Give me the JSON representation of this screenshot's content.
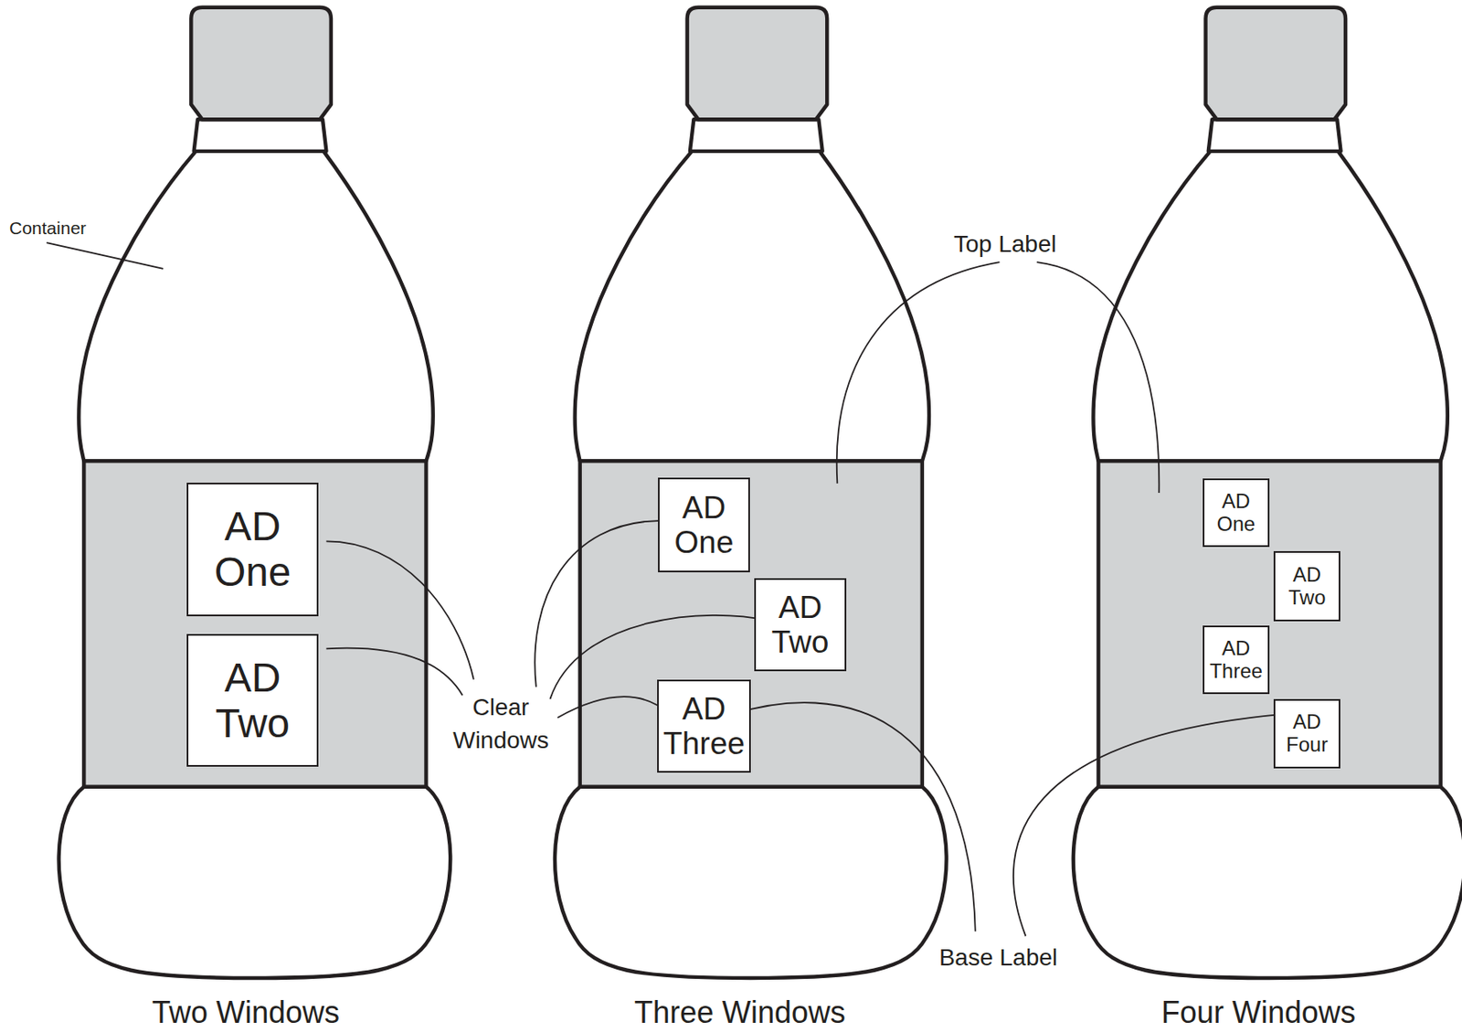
{
  "diagram": {
    "nodes": [
      {
        "text": [
          "AD One"
        ]
      },
      {
        "text": [
          "AD Two"
        ]
      },
      {
        "text": [
          "AD One"
        ]
      },
      {
        "text": [
          "AD Two"
        ]
      },
      {
        "text": [
          "AD Three"
        ]
      },
      {
        "text": [
          "AD One"
        ]
      },
      {
        "text": [
          "AD Two"
        ]
      },
      {
        "text": [
          "AD Three"
        ]
      },
      {
        "text": [
          "AD Four"
        ]
      }
    ],
    "labels": [
      "Container",
      "Top Label",
      "Clear Windows",
      "Base Label",
      "Two Windows",
      "Three Windows",
      "Four Windows"
    ]
  }
}
